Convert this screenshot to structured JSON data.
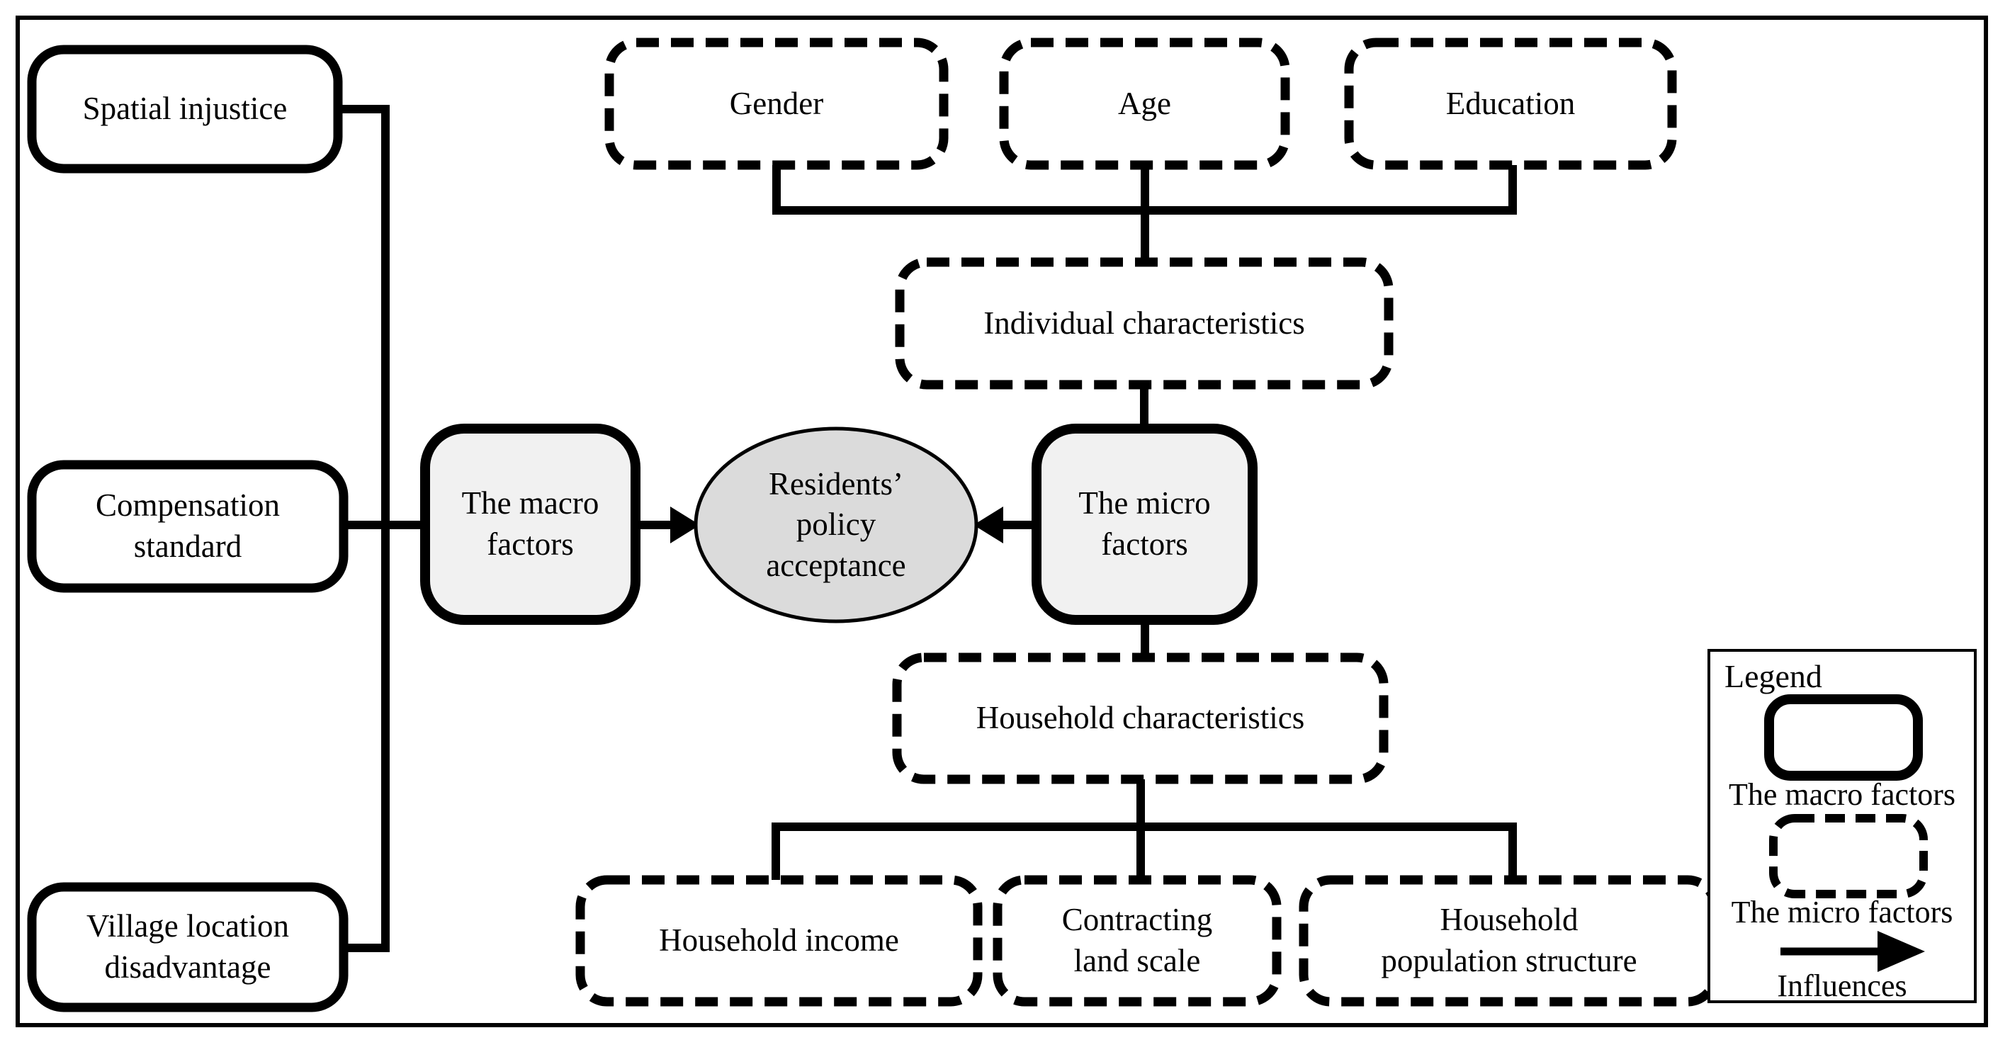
{
  "figure": {
    "type": "conceptual-framework-flowchart",
    "background_color": "#ffffff",
    "line_color": "#000000",
    "factor_box_fill": "#f1f1f1",
    "outcome_ellipse_fill": "#dbdbdb",
    "plain_box_fill": "#ffffff"
  },
  "nodes": {
    "spatial_injustice": {
      "label": "Spatial injustice",
      "style": "solid",
      "group": "macro"
    },
    "compensation_standard": {
      "label": "Compensation\nstandard",
      "style": "solid",
      "group": "macro"
    },
    "village_location_disadvantage": {
      "label": "Village location\ndisadvantage",
      "style": "solid",
      "group": "macro"
    },
    "macro_factors": {
      "label": "The macro\nfactors",
      "style": "solid",
      "group": "macro"
    },
    "residents_policy_acceptance": {
      "label": "Residents’\npolicy\nacceptance",
      "style": "ellipse",
      "group": "outcome"
    },
    "micro_factors": {
      "label": "The micro\nfactors",
      "style": "solid",
      "group": "micro"
    },
    "gender": {
      "label": "Gender",
      "style": "dashed",
      "group": "micro"
    },
    "age": {
      "label": "Age",
      "style": "dashed",
      "group": "micro"
    },
    "education": {
      "label": "Education",
      "style": "dashed",
      "group": "micro"
    },
    "individual_characteristics": {
      "label": "Individual characteristics",
      "style": "dashed",
      "group": "micro"
    },
    "household_characteristics": {
      "label": "Household characteristics",
      "style": "dashed",
      "group": "micro"
    },
    "household_income": {
      "label": "Household income",
      "style": "dashed",
      "group": "micro"
    },
    "contracting_land_scale": {
      "label": "Contracting\nland scale",
      "style": "dashed",
      "group": "micro"
    },
    "household_population_structure": {
      "label": "Household\npopulation structure",
      "style": "dashed",
      "group": "micro"
    }
  },
  "legend": {
    "title": "Legend",
    "items": [
      {
        "symbol": "solid-rounded-rect",
        "label": "The macro factors"
      },
      {
        "symbol": "dashed-rounded-rect",
        "label": "The micro factors"
      },
      {
        "symbol": "right-arrow",
        "label": "Influences"
      }
    ]
  }
}
